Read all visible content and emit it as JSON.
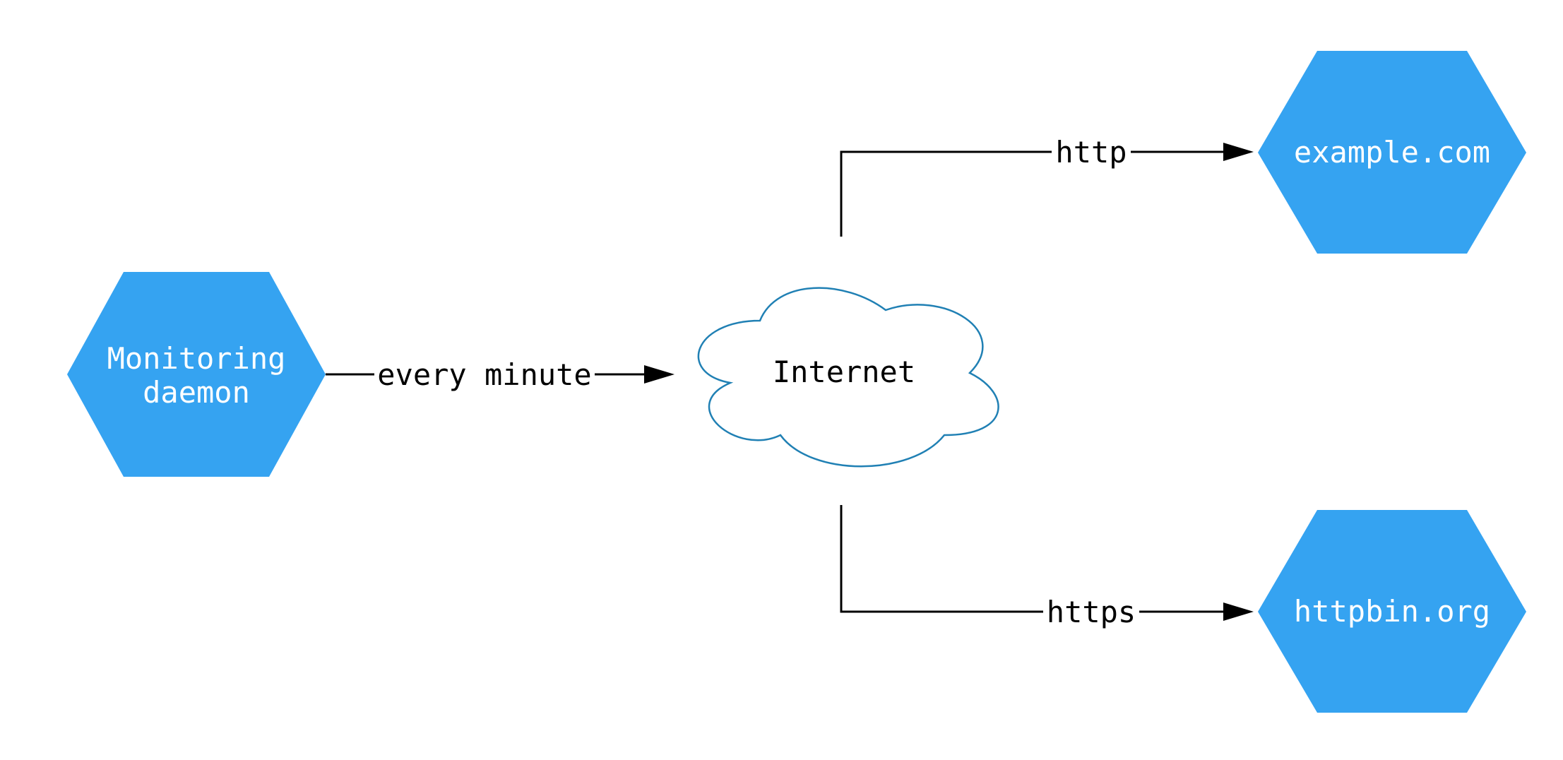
{
  "diagram": {
    "title": "",
    "nodes": {
      "monitoring": {
        "label_line1": "Monitoring",
        "label_line2": "daemon"
      },
      "internet": {
        "label": "Internet"
      },
      "example": {
        "label": "example.com"
      },
      "httpbin": {
        "label": "httpbin.org"
      }
    },
    "edges": {
      "every_minute": {
        "label": "every minute"
      },
      "http": {
        "label": "http"
      },
      "https": {
        "label": "https"
      }
    },
    "colors": {
      "node_fill": "#35a3f1",
      "node_text": "#ffffff",
      "cloud_fill": "#ffffff",
      "cloud_stroke": "#2080b4",
      "line_color": "#000000",
      "background": "#ffffff"
    }
  }
}
